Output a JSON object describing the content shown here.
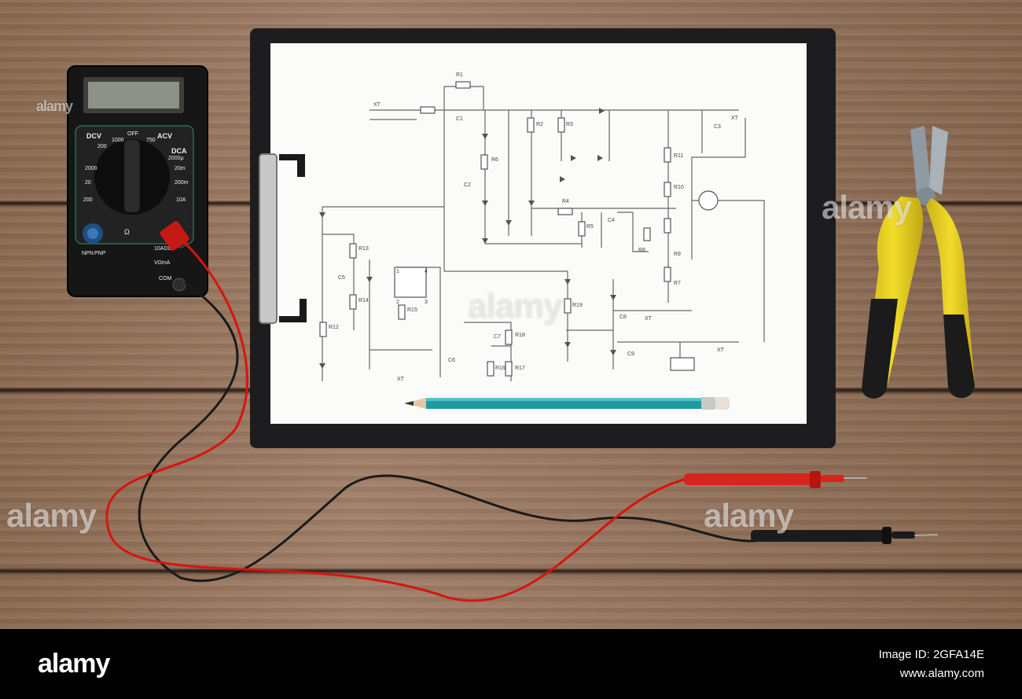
{
  "photo": {
    "watermarks": [
      "alamy",
      "alamy",
      "alamy",
      "alamy",
      "alamy"
    ],
    "multimeter": {
      "labels": [
        "DCV",
        "OFF",
        "ACV",
        "DCA",
        "1000",
        "750",
        "200",
        "2000",
        "20",
        "200",
        "20m",
        "2000μ",
        "200m",
        "10A",
        "Ω",
        "NPN",
        "PNP",
        "10ADC",
        "COM",
        "VΩmA"
      ]
    },
    "schematic": {
      "labels": [
        "R1",
        "C1",
        "XT",
        "R2",
        "R3",
        "C3",
        "R6",
        "C2",
        "R11",
        "R10",
        "R4",
        "R5",
        "C4",
        "R8",
        "R9",
        "R7",
        "R13",
        "C5",
        "R14",
        "R15",
        "R12",
        "R19",
        "C8",
        "XT",
        "C7",
        "R18",
        "R16",
        "R17",
        "C6",
        "C9",
        "XT",
        "XT",
        "XT",
        "1",
        "2",
        "3",
        "4"
      ]
    }
  },
  "footer": {
    "logo": "alamy",
    "image_id": "Image ID: 2GFA14E",
    "site": "www.alamy.com"
  }
}
